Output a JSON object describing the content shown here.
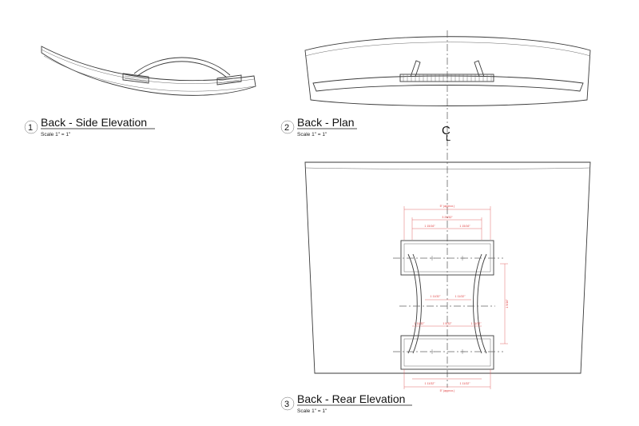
{
  "views": [
    {
      "number": "1",
      "title": "Back - Side Elevation",
      "scale": "Scale 1\" = 1\""
    },
    {
      "number": "2",
      "title": "Back - Plan",
      "scale": "Scale 1\" = 1\""
    },
    {
      "number": "3",
      "title": "Back - Rear Elevation",
      "scale": "Scale 1\" = 1\""
    }
  ],
  "centerline_symbol": "CL",
  "dimensions": {
    "overall_width": "5\" (approx.)",
    "inner_width": "3 29/32\"",
    "left_offset": "1 15/16\"",
    "right_offset": "1 15/16\"",
    "mid_left": "1 11/32\"",
    "mid_right": "1 11/32\"",
    "vertical": "1 9/16\"",
    "low_left": "1 11/32\"",
    "low_center": "1 5/32\"",
    "low_right": "1 11/32\"",
    "bottom_left": "1 11/32\"",
    "bottom_right": "1 11/32\"",
    "bottom_overall": "5\" (approx.)"
  },
  "colors": {
    "dimension": "#e04040",
    "line": "#3a3a3a"
  }
}
